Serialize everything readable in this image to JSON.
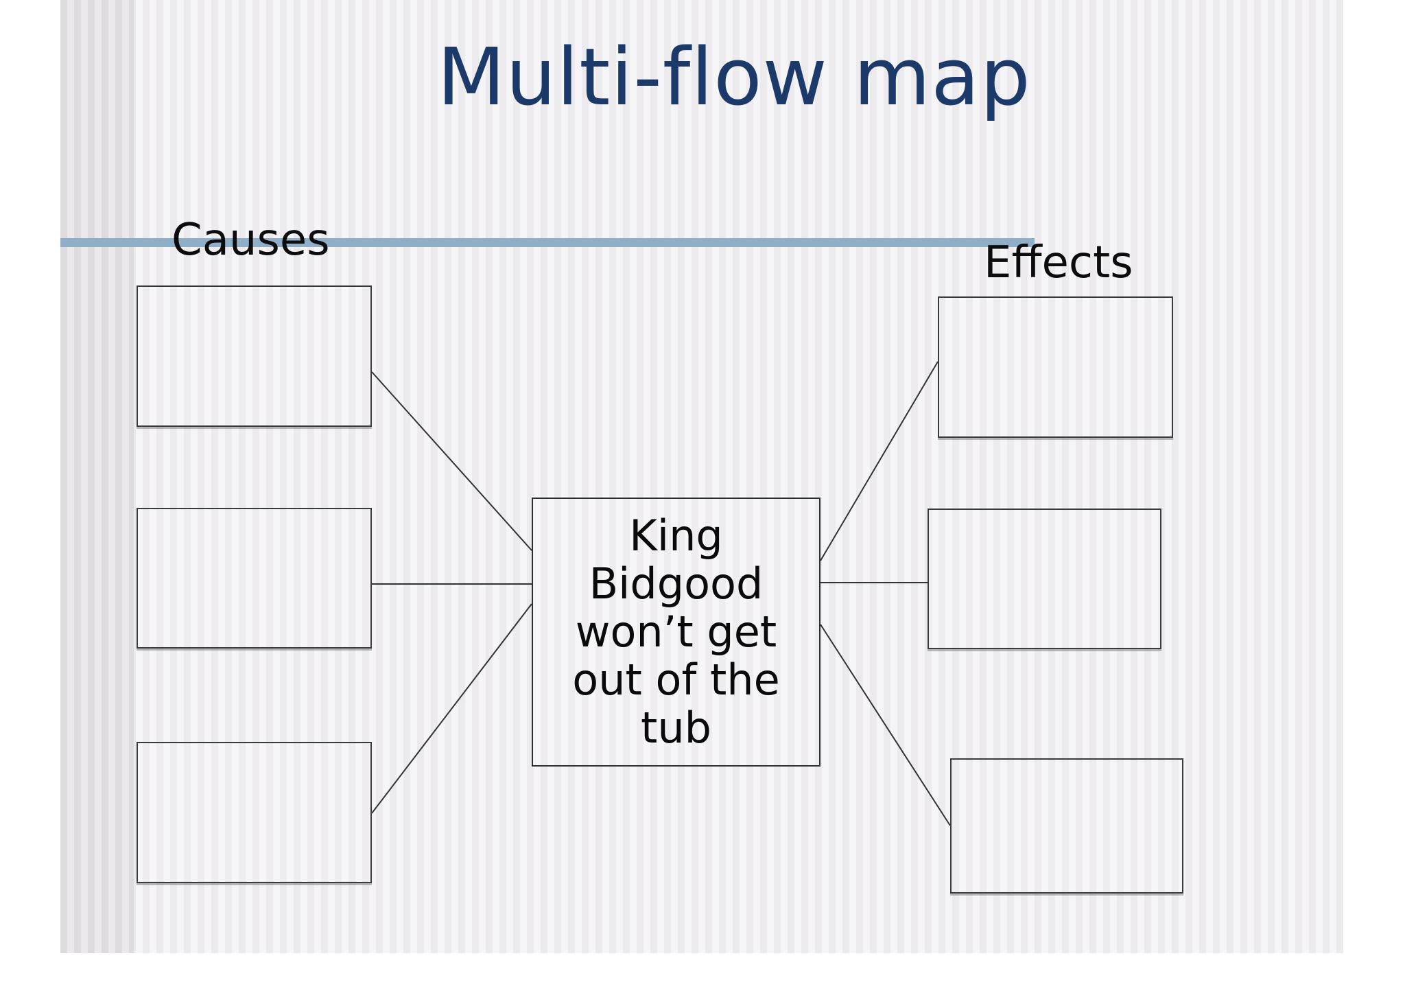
{
  "slide": {
    "title": "Multi-flow map",
    "labels": {
      "causes": "Causes",
      "effects": "Effects"
    },
    "central_node": {
      "text": "King Bidgood won’t get out of the tub"
    },
    "cause_boxes": [
      "",
      "",
      ""
    ],
    "effect_boxes": [
      "",
      "",
      ""
    ],
    "colors": {
      "title_text": "#1c3a69",
      "divider_line": "#8fafc8",
      "label_text": "#0c0c0c",
      "box_border": "#3a3a3c",
      "connector_line": "#333333",
      "background_stripe_light": "#f5f4f6",
      "background_stripe_dark": "#eceaed",
      "left_band_stripe_dark": "#dddbde",
      "margin": "#ffffff"
    }
  },
  "diagram": {
    "type": "multi-flow-map",
    "center_event": "King Bidgood won’t get out of the tub",
    "causes_count": 3,
    "effects_count": 3
  }
}
